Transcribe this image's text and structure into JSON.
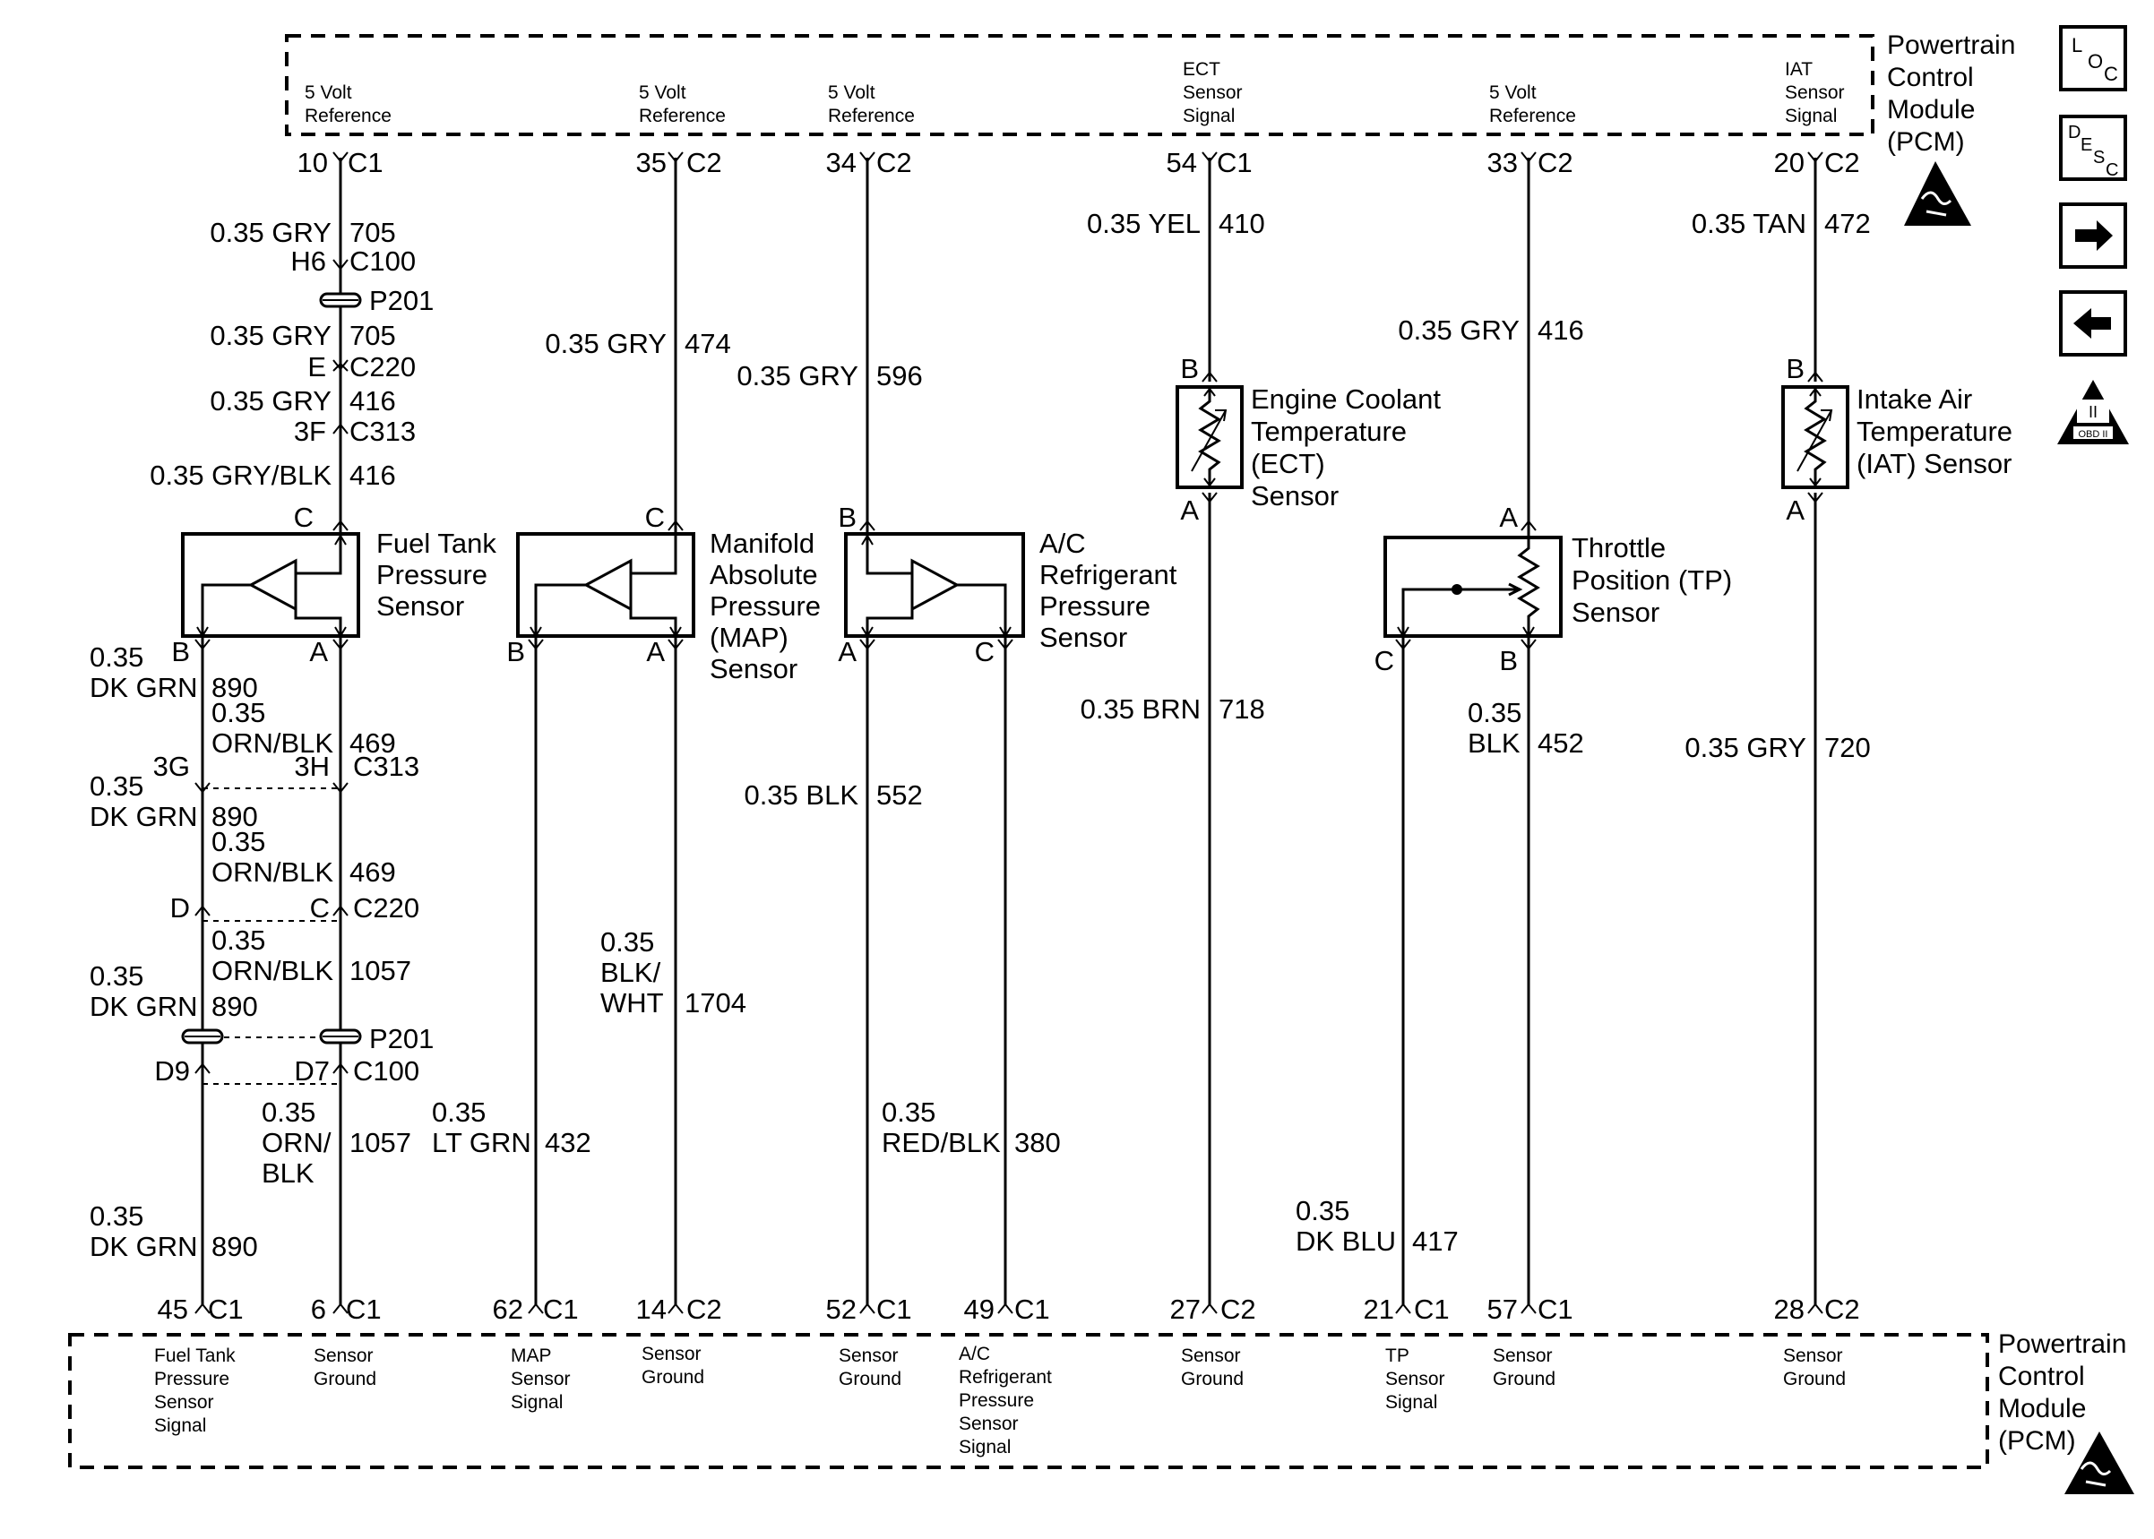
{
  "pcm_top": {
    "name_lines": [
      "Powertrain",
      "Control",
      "Module",
      "(PCM)"
    ],
    "pins": [
      {
        "lines": [
          "5 Volt",
          "Reference"
        ],
        "pin": "10",
        "conn": "C1"
      },
      {
        "lines": [
          "5 Volt",
          "Reference"
        ],
        "pin": "35",
        "conn": "C2"
      },
      {
        "lines": [
          "5 Volt",
          "Reference"
        ],
        "pin": "34",
        "conn": "C2"
      },
      {
        "lines": [
          "ECT",
          "Sensor",
          "Signal"
        ],
        "pin": "54",
        "conn": "C1"
      },
      {
        "lines": [
          "5 Volt",
          "Reference"
        ],
        "pin": "33",
        "conn": "C2"
      },
      {
        "lines": [
          "IAT",
          "Sensor",
          "Signal"
        ],
        "pin": "20",
        "conn": "C2"
      }
    ]
  },
  "pcm_bottom": {
    "name_lines": [
      "Powertrain",
      "Control",
      "Module",
      "(PCM)"
    ],
    "pins": [
      {
        "lines": [
          "Fuel Tank",
          "Pressure",
          "Sensor",
          "Signal"
        ],
        "pin": "45",
        "conn": "C1"
      },
      {
        "lines": [
          "Sensor",
          "Ground"
        ],
        "pin": "6",
        "conn": "C1"
      },
      {
        "lines": [
          "MAP",
          "Sensor",
          "Signal"
        ],
        "pin": "62",
        "conn": "C1"
      },
      {
        "lines": [
          "Sensor",
          "Ground"
        ],
        "pin": "14",
        "conn": "C2"
      },
      {
        "lines": [
          "Sensor",
          "Ground"
        ],
        "pin": "52",
        "conn": "C1"
      },
      {
        "lines": [
          "A/C",
          "Refrigerant",
          "Pressure",
          "Sensor",
          "Signal"
        ],
        "pin": "49",
        "conn": "C1"
      },
      {
        "lines": [
          "Sensor",
          "Ground"
        ],
        "pin": "27",
        "conn": "C2"
      },
      {
        "lines": [
          "TP",
          "Sensor",
          "Signal"
        ],
        "pin": "21",
        "conn": "C1"
      },
      {
        "lines": [
          "Sensor",
          "Ground"
        ],
        "pin": "57",
        "conn": "C1"
      },
      {
        "lines": [
          "Sensor",
          "Ground"
        ],
        "pin": "28",
        "conn": "C2"
      }
    ]
  },
  "sensors": [
    {
      "id": "ftp",
      "name_lines": [
        "Fuel Tank",
        "Pressure",
        "Sensor"
      ],
      "pins": [
        "C",
        "B",
        "A"
      ]
    },
    {
      "id": "map",
      "name_lines": [
        "Manifold",
        "Absolute",
        "Pressure",
        "(MAP)",
        "Sensor"
      ],
      "pins": [
        "C",
        "B",
        "A"
      ]
    },
    {
      "id": "ac",
      "name_lines": [
        "A/C",
        "Refrigerant",
        "Pressure",
        "Sensor"
      ],
      "pins": [
        "B",
        "A",
        "C"
      ]
    },
    {
      "id": "ect",
      "name_lines": [
        "Engine Coolant",
        "Temperature",
        "(ECT)",
        "Sensor"
      ],
      "pins": [
        "B",
        "A"
      ]
    },
    {
      "id": "tp",
      "name_lines": [
        "Throttle",
        "Position (TP)",
        "Sensor"
      ],
      "pins": [
        "A",
        "C",
        "B"
      ]
    },
    {
      "id": "iat",
      "name_lines": [
        "Intake Air",
        "Temperature",
        "(IAT) Sensor"
      ],
      "pins": [
        "B",
        "A"
      ]
    }
  ],
  "wires": {
    "ref_ftp": [
      {
        "gauge": "0.35 GRY",
        "circuit": "705"
      },
      {
        "gauge": "0.35 GRY",
        "circuit": "705"
      },
      {
        "gauge": "0.35 GRY",
        "circuit": "416"
      },
      {
        "gauge": "0.35 GRY/BLK",
        "circuit": "416"
      }
    ],
    "ref_map": {
      "gauge": "0.35 GRY",
      "circuit": "474"
    },
    "ref_ac": {
      "gauge": "0.35 GRY",
      "circuit": "596"
    },
    "ect_sig": {
      "gauge": "0.35 YEL",
      "circuit": "410"
    },
    "ect_gnd": {
      "gauge": "0.35 BRN",
      "circuit": "718"
    },
    "ref_tp": {
      "gauge": "0.35 GRY",
      "circuit": "416"
    },
    "iat_sig": {
      "gauge": "0.35 TAN",
      "circuit": "472"
    },
    "iat_gnd": {
      "gauge": "0.35 GRY",
      "circuit": "720"
    },
    "ftp_sig": [
      {
        "gauge_lines": [
          "0.35",
          "DK GRN"
        ],
        "circuit": "890"
      },
      {
        "gauge_lines": [
          "0.35",
          "DK GRN"
        ],
        "circuit": "890"
      },
      {
        "gauge_lines": [
          "0.35",
          "DK GRN"
        ],
        "circuit": "890"
      },
      {
        "gauge_lines": [
          "0.35",
          "DK GRN"
        ],
        "circuit": "890"
      }
    ],
    "ftp_gnd": [
      {
        "gauge_lines": [
          "0.35",
          "ORN/BLK"
        ],
        "circuit": "469"
      },
      {
        "gauge_lines": [
          "0.35",
          "ORN/BLK"
        ],
        "circuit": "469"
      },
      {
        "gauge_lines": [
          "0.35",
          "ORN/BLK"
        ],
        "circuit": "1057"
      },
      {
        "gauge_lines": [
          "0.35",
          "ORN/",
          "BLK"
        ],
        "circuit": "1057"
      }
    ],
    "map_sig": {
      "gauge_lines": [
        "0.35",
        "LT GRN"
      ],
      "circuit": "432"
    },
    "map_gnd": {
      "gauge_lines": [
        "0.35",
        "BLK/",
        "WHT"
      ],
      "circuit": "1704"
    },
    "ac_gnd": {
      "gauge": "0.35 BLK",
      "circuit": "552"
    },
    "ac_sig": {
      "gauge_lines": [
        "0.35",
        "RED/BLK"
      ],
      "circuit": "380"
    },
    "tp_sig": {
      "gauge_lines": [
        "0.35",
        "DK BLU"
      ],
      "circuit": "417"
    },
    "tp_gnd": {
      "gauge_lines": [
        "0.35",
        "BLK"
      ],
      "circuit": "452"
    }
  },
  "connectors": {
    "h6": "H6",
    "c100": "C100",
    "p201": "P201",
    "e": "E",
    "c220": "C220",
    "f3": "3F",
    "c313": "C313",
    "g3": "3G",
    "h3": "3H",
    "d": "D",
    "c": "C",
    "d9": "D9",
    "d7": "D7"
  },
  "side_icons": [
    {
      "name": "location-icon",
      "glyphs": [
        "L",
        "O",
        "C"
      ]
    },
    {
      "name": "description-icon",
      "glyphs": [
        "D",
        "E",
        "S",
        "C"
      ]
    },
    {
      "name": "arrow-right-icon"
    },
    {
      "name": "arrow-left-icon"
    },
    {
      "name": "obd-ii-icon",
      "glyphs": [
        "II",
        "OBD II"
      ]
    }
  ]
}
